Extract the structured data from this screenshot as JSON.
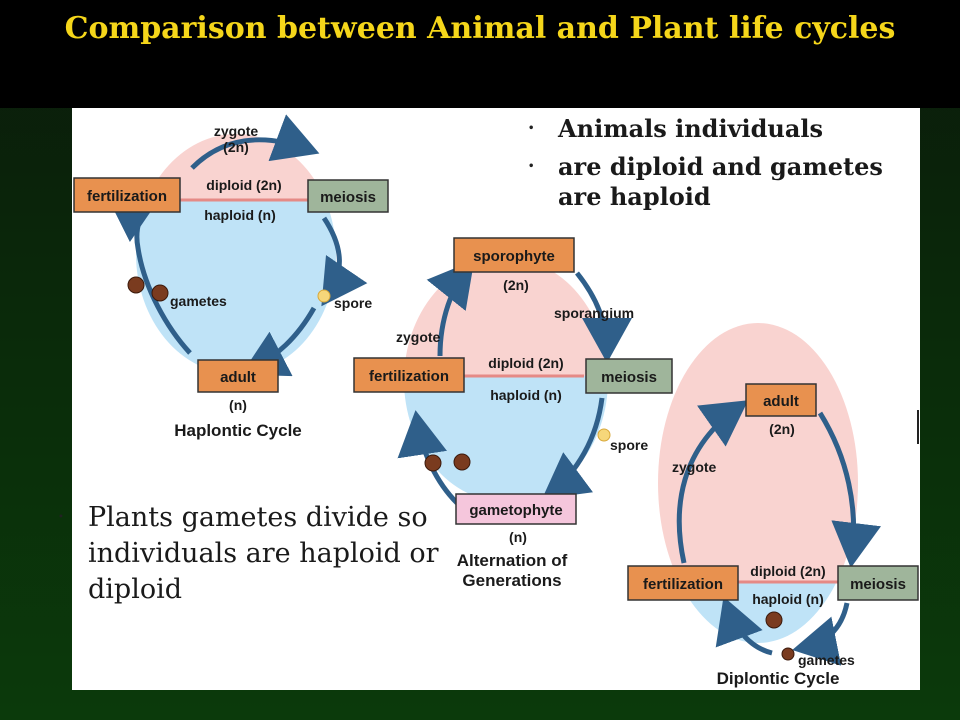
{
  "slide": {
    "title": "Comparison between Animal and Plant life cycles",
    "colors": {
      "title": "#f5d61a",
      "box_fill": "#e8914f",
      "meiosis_fill": "#9fb59b",
      "diploid_fill": "#f9d3d0",
      "haploid_fill": "#bfe3f7",
      "arrow": "#2f5f8a"
    }
  },
  "notes": {
    "animals": [
      "Animals individuals",
      "are diploid and gametes are haploid"
    ],
    "plants": [
      "Plants gametes divide so individuals are haploid or diploid"
    ]
  },
  "haplontic": {
    "top": "zygote",
    "top_ploidy": "(2n)",
    "left_box": "fertilization",
    "right_box": "meiosis",
    "diploid": "diploid (2n)",
    "haploid": "haploid (n)",
    "gametes": "gametes",
    "spore": "spore",
    "bottom_box": "adult",
    "bottom_ploidy": "(n)",
    "title": "Haplontic Cycle"
  },
  "alternation": {
    "top_box": "sporophyte",
    "top_ploidy": "(2n)",
    "sporangium": "sporangium",
    "zygote": "zygote",
    "left_box": "fertilization",
    "right_box": "meiosis",
    "diploid": "diploid (2n)",
    "haploid": "haploid (n)",
    "spore": "spore",
    "bottom_box": "gametophyte",
    "bottom_ploidy": "(n)",
    "title_line1": "Alternation of",
    "title_line2": "Generations"
  },
  "diplontic": {
    "top_box": "adult",
    "top_ploidy": "(2n)",
    "zygote": "zygote",
    "left_box": "fertilization",
    "right_box": "meiosis",
    "diploid": "diploid (2n)",
    "haploid": "haploid (n)",
    "gametes": "gametes",
    "title": "Diplontic Cycle"
  }
}
